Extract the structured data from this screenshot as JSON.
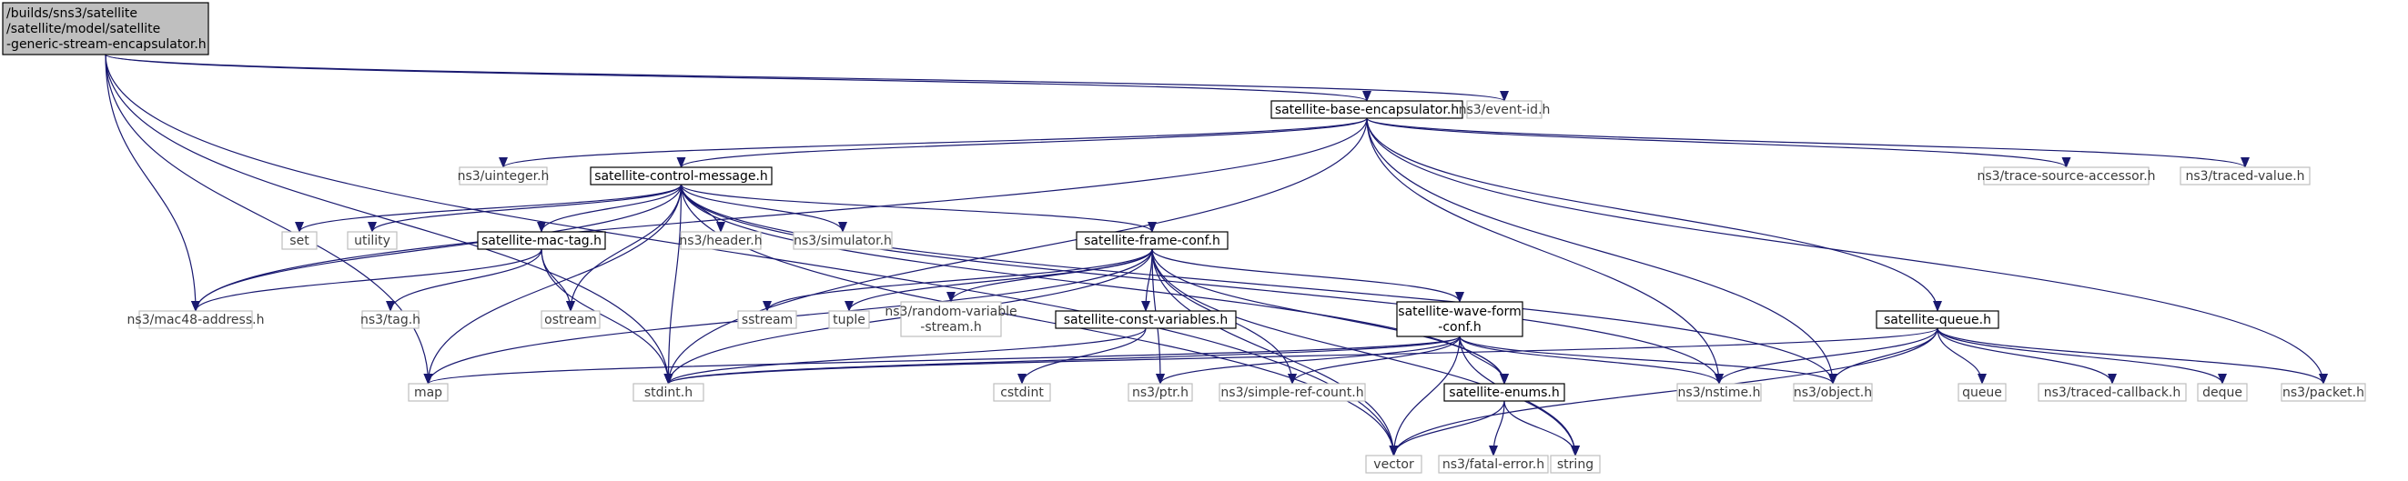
{
  "graph": {
    "nodes": [
      {
        "id": "root",
        "style": "root",
        "lines": [
          "/builds/sns3/satellite",
          "/satellite/model/satellite",
          "-generic-stream-encapsulator.h"
        ]
      },
      {
        "id": "base",
        "style": "main",
        "lines": [
          "satellite-base-encapsulator.h"
        ]
      },
      {
        "id": "eventid",
        "style": "ext",
        "lines": [
          "ns3/event-id.h"
        ]
      },
      {
        "id": "uinteger",
        "style": "ext",
        "lines": [
          "ns3/uinteger.h"
        ]
      },
      {
        "id": "ctrl",
        "style": "main",
        "lines": [
          "satellite-control-message.h"
        ]
      },
      {
        "id": "tsa",
        "style": "ext",
        "lines": [
          "ns3/trace-source-accessor.h"
        ]
      },
      {
        "id": "tval",
        "style": "ext",
        "lines": [
          "ns3/traced-value.h"
        ]
      },
      {
        "id": "set",
        "style": "ext",
        "lines": [
          "set"
        ]
      },
      {
        "id": "utility",
        "style": "ext",
        "lines": [
          "utility"
        ]
      },
      {
        "id": "mactag",
        "style": "main",
        "lines": [
          "satellite-mac-tag.h"
        ]
      },
      {
        "id": "header",
        "style": "ext",
        "lines": [
          "ns3/header.h"
        ]
      },
      {
        "id": "simulator",
        "style": "ext",
        "lines": [
          "ns3/simulator.h"
        ]
      },
      {
        "id": "frame",
        "style": "main",
        "lines": [
          "satellite-frame-conf.h"
        ]
      },
      {
        "id": "queue",
        "style": "main",
        "lines": [
          "satellite-queue.h"
        ]
      },
      {
        "id": "mac48",
        "style": "ext",
        "lines": [
          "ns3/mac48-address.h"
        ]
      },
      {
        "id": "tag",
        "style": "ext",
        "lines": [
          "ns3/tag.h"
        ]
      },
      {
        "id": "ostream",
        "style": "ext",
        "lines": [
          "ostream"
        ]
      },
      {
        "id": "sstream",
        "style": "ext",
        "lines": [
          "sstream"
        ]
      },
      {
        "id": "tuple",
        "style": "ext",
        "lines": [
          "tuple"
        ]
      },
      {
        "id": "rvs",
        "style": "ext",
        "lines": [
          "ns3/random-variable",
          "-stream.h"
        ]
      },
      {
        "id": "constvars",
        "style": "main",
        "lines": [
          "satellite-const-variables.h"
        ]
      },
      {
        "id": "wave",
        "style": "main",
        "lines": [
          "satellite-wave-form",
          "-conf.h"
        ]
      },
      {
        "id": "map",
        "style": "ext",
        "lines": [
          "map"
        ]
      },
      {
        "id": "stdint",
        "style": "ext",
        "lines": [
          "stdint.h"
        ]
      },
      {
        "id": "cstdint",
        "style": "ext",
        "lines": [
          "cstdint"
        ]
      },
      {
        "id": "ptr",
        "style": "ext",
        "lines": [
          "ns3/ptr.h"
        ]
      },
      {
        "id": "simpleref",
        "style": "ext",
        "lines": [
          "ns3/simple-ref-count.h"
        ]
      },
      {
        "id": "enums",
        "style": "main",
        "lines": [
          "satellite-enums.h"
        ]
      },
      {
        "id": "nstime",
        "style": "ext",
        "lines": [
          "ns3/nstime.h"
        ]
      },
      {
        "id": "object",
        "style": "ext",
        "lines": [
          "ns3/object.h"
        ]
      },
      {
        "id": "qqueue",
        "style": "ext",
        "lines": [
          "queue"
        ]
      },
      {
        "id": "tcb",
        "style": "ext",
        "lines": [
          "ns3/traced-callback.h"
        ]
      },
      {
        "id": "deque",
        "style": "ext",
        "lines": [
          "deque"
        ]
      },
      {
        "id": "packet",
        "style": "ext",
        "lines": [
          "ns3/packet.h"
        ]
      },
      {
        "id": "vector",
        "style": "ext",
        "lines": [
          "vector"
        ]
      },
      {
        "id": "fatal",
        "style": "ext",
        "lines": [
          "ns3/fatal-error.h"
        ]
      },
      {
        "id": "string",
        "style": "ext",
        "lines": [
          "string"
        ]
      }
    ],
    "edges": [
      [
        "root",
        "base"
      ],
      [
        "root",
        "eventid"
      ],
      [
        "root",
        "mac48"
      ],
      [
        "root",
        "map"
      ],
      [
        "root",
        "stdint"
      ],
      [
        "root",
        "vector"
      ],
      [
        "base",
        "uinteger"
      ],
      [
        "base",
        "ctrl"
      ],
      [
        "base",
        "tsa"
      ],
      [
        "base",
        "tval"
      ],
      [
        "base",
        "mac48"
      ],
      [
        "base",
        "stdint"
      ],
      [
        "base",
        "queue"
      ],
      [
        "base",
        "nstime"
      ],
      [
        "base",
        "object"
      ],
      [
        "base",
        "packet"
      ],
      [
        "ctrl",
        "set"
      ],
      [
        "ctrl",
        "utility"
      ],
      [
        "ctrl",
        "mactag"
      ],
      [
        "ctrl",
        "header"
      ],
      [
        "ctrl",
        "simulator"
      ],
      [
        "ctrl",
        "frame"
      ],
      [
        "ctrl",
        "mac48"
      ],
      [
        "ctrl",
        "ostream"
      ],
      [
        "ctrl",
        "map"
      ],
      [
        "ctrl",
        "stdint"
      ],
      [
        "ctrl",
        "vector"
      ],
      [
        "ctrl",
        "enums"
      ],
      [
        "ctrl",
        "nstime"
      ],
      [
        "ctrl",
        "object"
      ],
      [
        "mactag",
        "mac48"
      ],
      [
        "mactag",
        "tag"
      ],
      [
        "mactag",
        "ostream"
      ],
      [
        "mactag",
        "stdint"
      ],
      [
        "frame",
        "sstream"
      ],
      [
        "frame",
        "tuple"
      ],
      [
        "frame",
        "rvs"
      ],
      [
        "frame",
        "constvars"
      ],
      [
        "frame",
        "wave"
      ],
      [
        "frame",
        "map"
      ],
      [
        "frame",
        "stdint"
      ],
      [
        "frame",
        "ptr"
      ],
      [
        "frame",
        "simpleref"
      ],
      [
        "frame",
        "enums"
      ],
      [
        "frame",
        "vector"
      ],
      [
        "frame",
        "string"
      ],
      [
        "constvars",
        "stdint"
      ],
      [
        "constvars",
        "cstdint"
      ],
      [
        "wave",
        "map"
      ],
      [
        "wave",
        "stdint"
      ],
      [
        "wave",
        "ptr"
      ],
      [
        "wave",
        "simpleref"
      ],
      [
        "wave",
        "enums"
      ],
      [
        "wave",
        "nstime"
      ],
      [
        "wave",
        "object"
      ],
      [
        "wave",
        "vector"
      ],
      [
        "wave",
        "string"
      ],
      [
        "enums",
        "vector"
      ],
      [
        "enums",
        "fatal"
      ],
      [
        "enums",
        "string"
      ],
      [
        "queue",
        "stdint"
      ],
      [
        "queue",
        "nstime"
      ],
      [
        "queue",
        "object"
      ],
      [
        "queue",
        "qqueue"
      ],
      [
        "queue",
        "tcb"
      ],
      [
        "queue",
        "deque"
      ],
      [
        "queue",
        "packet"
      ],
      [
        "queue",
        "vector"
      ]
    ]
  }
}
